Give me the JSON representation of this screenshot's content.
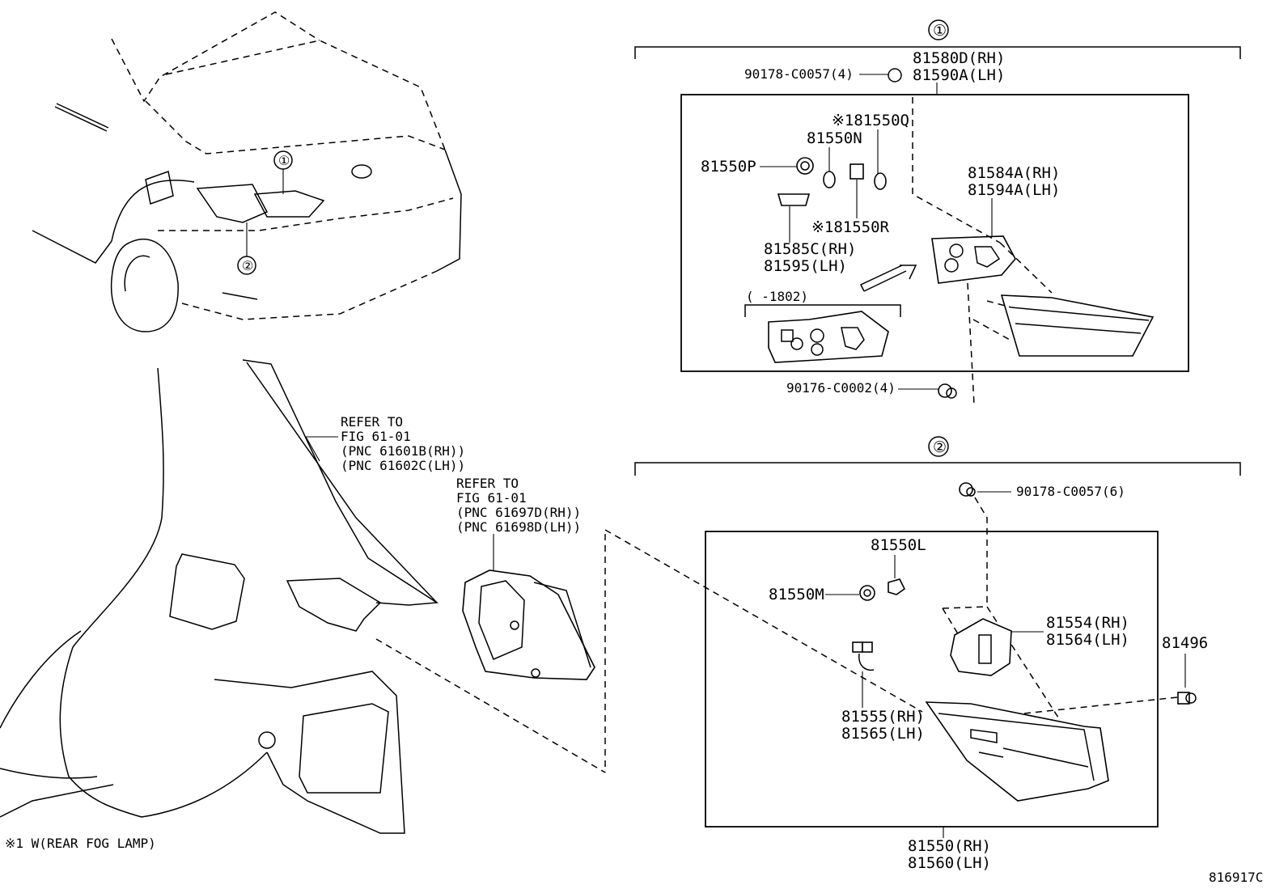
{
  "diagram_id": "816917C",
  "footnote": "※1 W(REAR FOG LAMP)",
  "callouts": {
    "one": "①",
    "two": "②"
  },
  "section1": {
    "part_81580D": "81580D(RH)",
    "part_81590A": "81590A(LH)",
    "screw_top": "90178-C0057(4)",
    "bulb_81550Q": "※181550Q",
    "bulb_81550N": "81550N",
    "socket_81550P": "81550P",
    "socket_81550R": "※181550R",
    "wire_rh": "81585C(RH)",
    "wire_lh": "81595(LH)",
    "gasket_rh": "81584A(RH)",
    "gasket_lh": "81594A(LH)",
    "date_range": "(      -1802)",
    "screw_bottom": "90176-C0002(4)"
  },
  "section2": {
    "screw_top": "90178-C0057(6)",
    "bulb_81550L": "81550L",
    "socket_81550M": "81550M",
    "gasket_rh": "81554(RH)",
    "gasket_lh": "81564(LH)",
    "clip": "81496",
    "wire_rh": "81555(RH)",
    "wire_lh": "81565(LH)",
    "lamp_rh": "81550(RH)",
    "lamp_lh": "81560(LH)"
  },
  "refs": {
    "ref1": {
      "line1": "REFER TO",
      "line2": "FIG 61-01",
      "line3": "(PNC 61601B(RH))",
      "line4": "(PNC 61602C(LH))"
    },
    "ref2": {
      "line1": "REFER TO",
      "line2": "FIG 61-01",
      "line3": "(PNC 61697D(RH))",
      "line4": "(PNC 61698D(LH))"
    }
  }
}
